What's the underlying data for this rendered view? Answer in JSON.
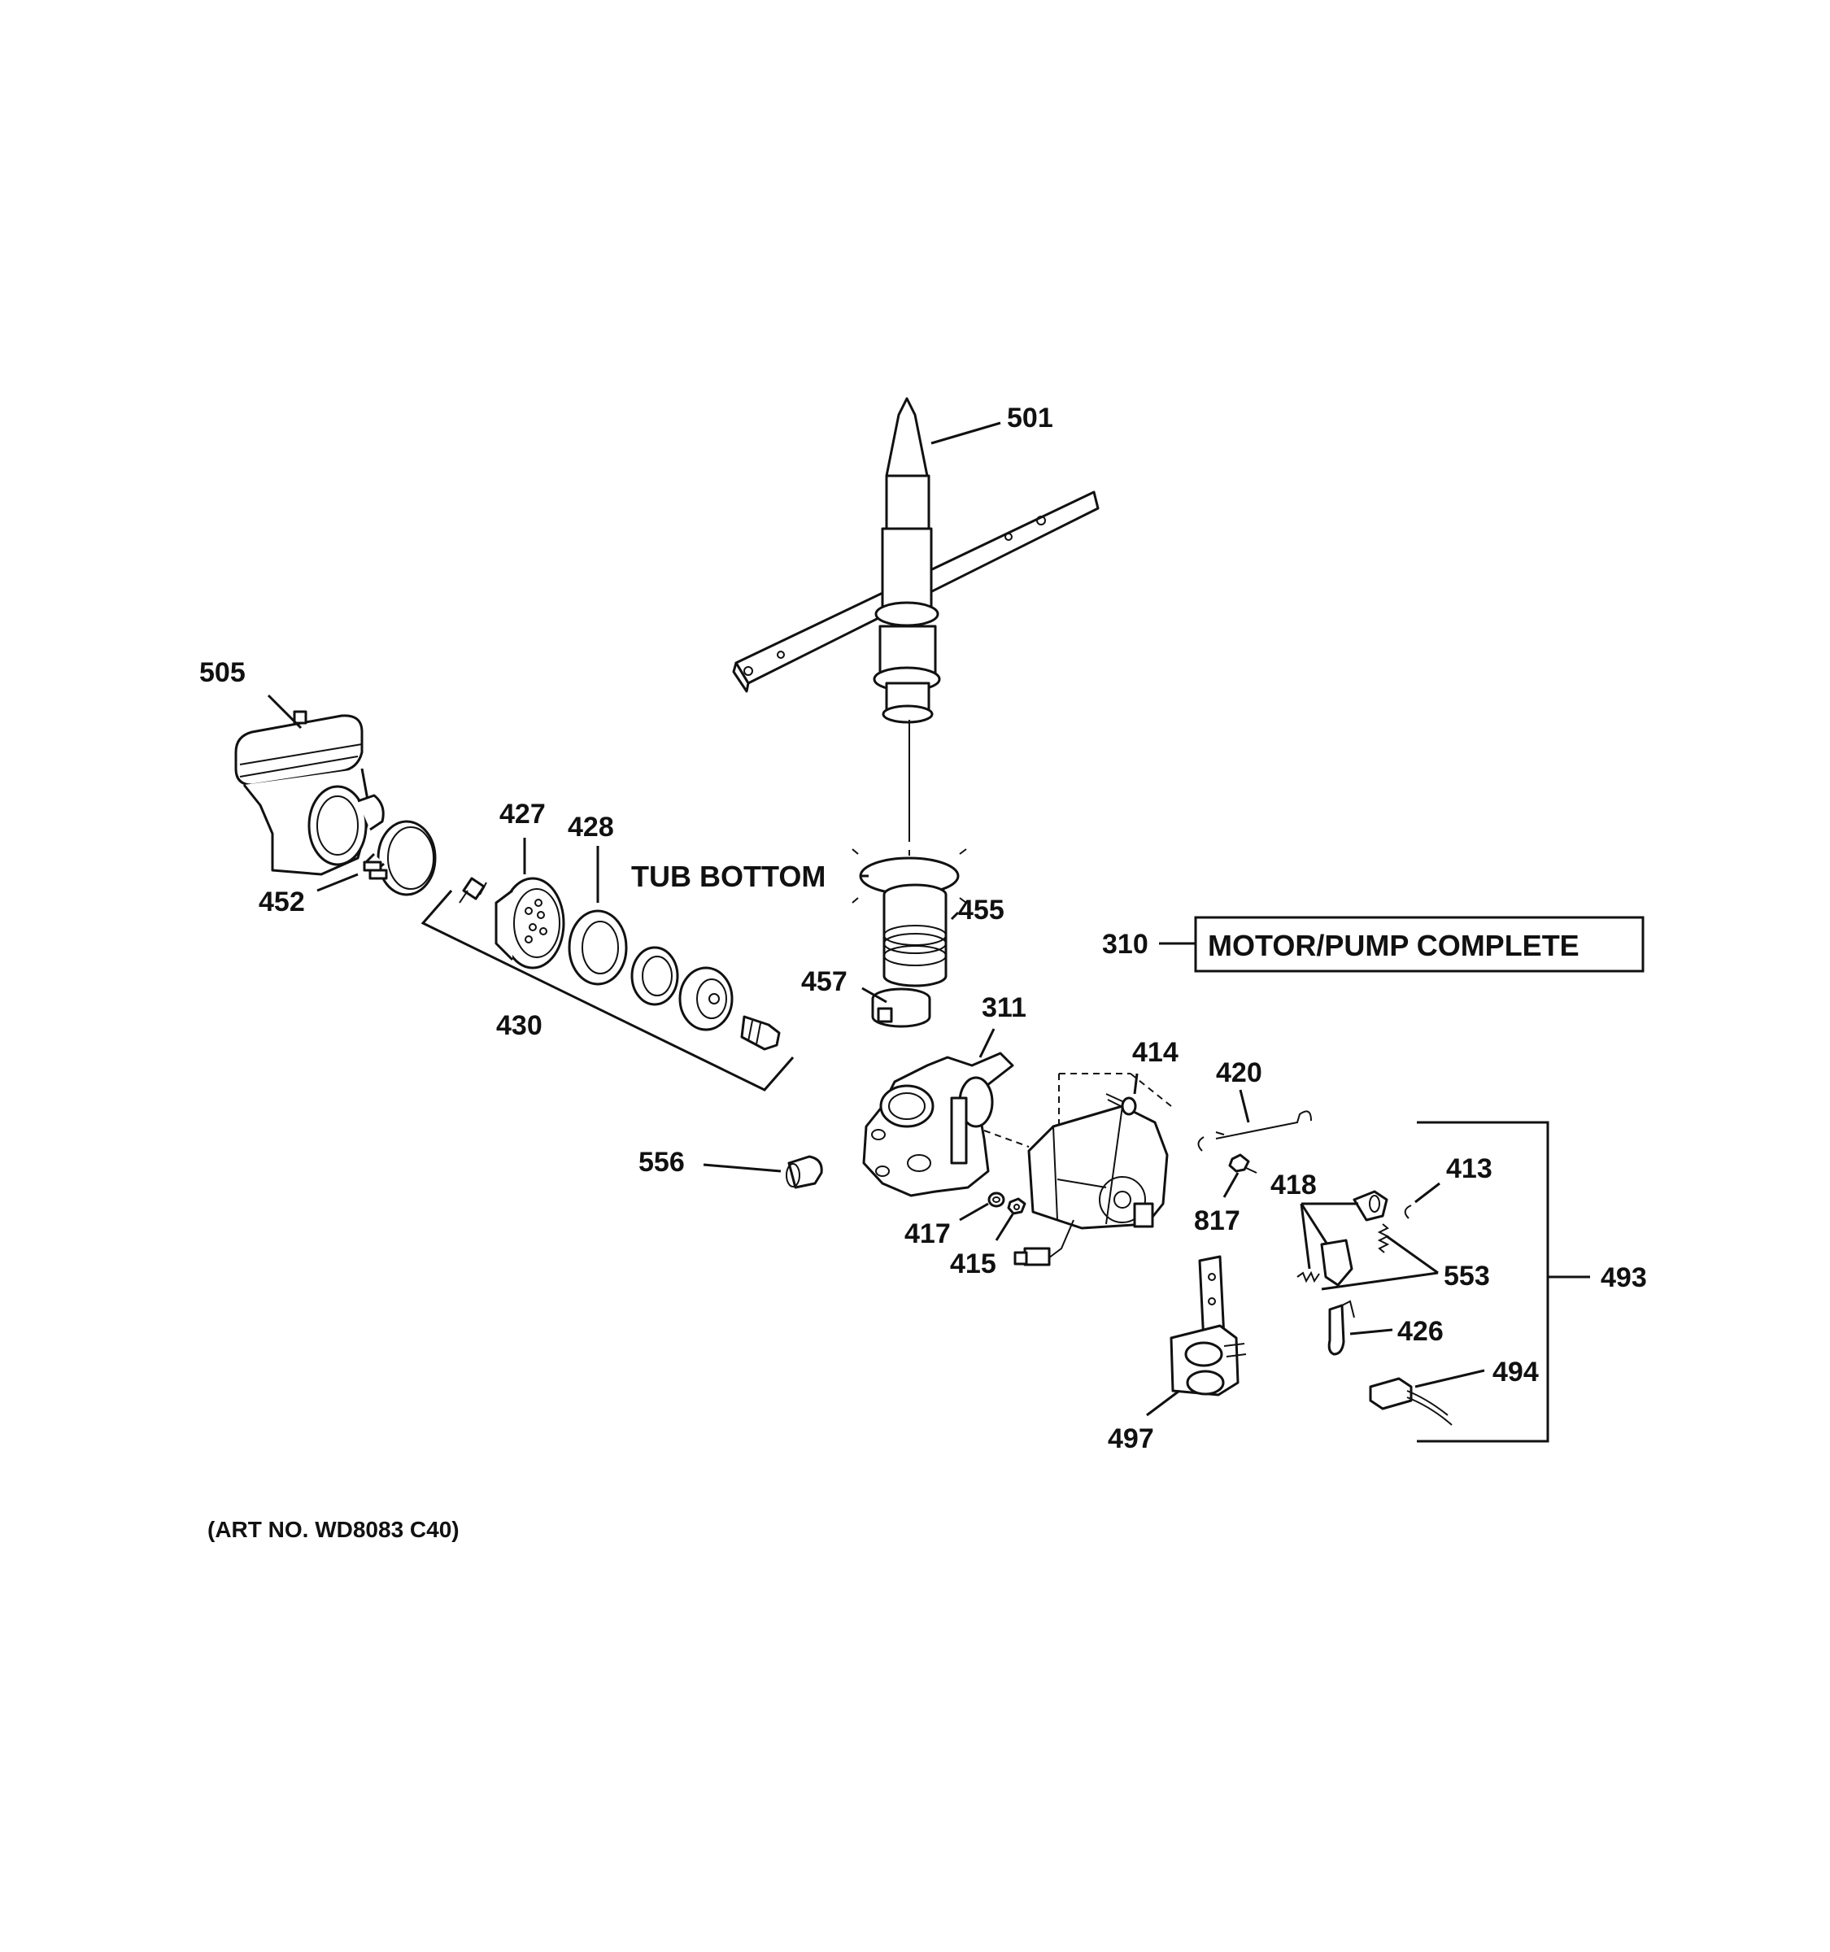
{
  "callouts": [
    {
      "id": "501",
      "text": "501"
    },
    {
      "id": "505",
      "text": "505"
    },
    {
      "id": "452",
      "text": "452"
    },
    {
      "id": "427",
      "text": "427"
    },
    {
      "id": "428",
      "text": "428"
    },
    {
      "id": "430",
      "text": "430"
    },
    {
      "id": "455",
      "text": "455"
    },
    {
      "id": "457",
      "text": "457"
    },
    {
      "id": "311",
      "text": "311"
    },
    {
      "id": "310",
      "text": "310"
    },
    {
      "id": "414",
      "text": "414"
    },
    {
      "id": "420",
      "text": "420"
    },
    {
      "id": "556",
      "text": "556"
    },
    {
      "id": "417",
      "text": "417"
    },
    {
      "id": "415",
      "text": "415"
    },
    {
      "id": "817",
      "text": "817"
    },
    {
      "id": "418",
      "text": "418"
    },
    {
      "id": "413",
      "text": "413"
    },
    {
      "id": "553",
      "text": "553"
    },
    {
      "id": "493",
      "text": "493"
    },
    {
      "id": "426",
      "text": "426"
    },
    {
      "id": "494",
      "text": "494"
    },
    {
      "id": "497",
      "text": "497"
    }
  ],
  "labels": {
    "tub_bottom": "TUB BOTTOM",
    "motor_pump_complete": "MOTOR/PUMP COMPLETE",
    "art_no": "(ART NO. WD8083 C40)"
  }
}
